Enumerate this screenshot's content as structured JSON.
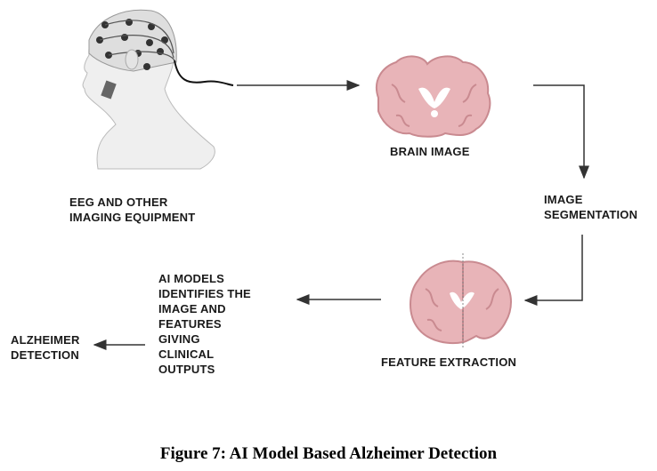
{
  "diagram": {
    "nodes": {
      "eeg": {
        "label_lines": [
          "EEG AND OTHER",
          "IMAGING EQUIPMENT"
        ],
        "icon": "eeg-cap-head-icon"
      },
      "brain_image": {
        "label": "BRAIN IMAGE",
        "icon": "brain-coronal-section-icon"
      },
      "segmentation": {
        "label_lines": [
          "IMAGE",
          "SEGMENTATION"
        ]
      },
      "feature_extraction": {
        "label": "FEATURE EXTRACTION",
        "icon": "brain-split-section-icon"
      },
      "ai_models": {
        "label_lines": [
          "AI MODELS",
          "IDENTIFIES THE",
          "IMAGE AND",
          "FEATURES",
          "GIVING",
          "CLINICAL",
          "OUTPUTS"
        ]
      },
      "detection": {
        "label_lines": [
          "ALZHEIMER",
          "DETECTION"
        ]
      }
    },
    "flow": [
      [
        "eeg",
        "brain_image"
      ],
      [
        "brain_image",
        "segmentation"
      ],
      [
        "segmentation",
        "feature_extraction"
      ],
      [
        "feature_extraction",
        "ai_models"
      ],
      [
        "ai_models",
        "detection"
      ]
    ],
    "colors": {
      "brain": "#e8b4b8",
      "brain_dark": "#c98a90",
      "arrow": "#333333"
    }
  },
  "caption": "Figure 7: AI Model Based Alzheimer Detection"
}
